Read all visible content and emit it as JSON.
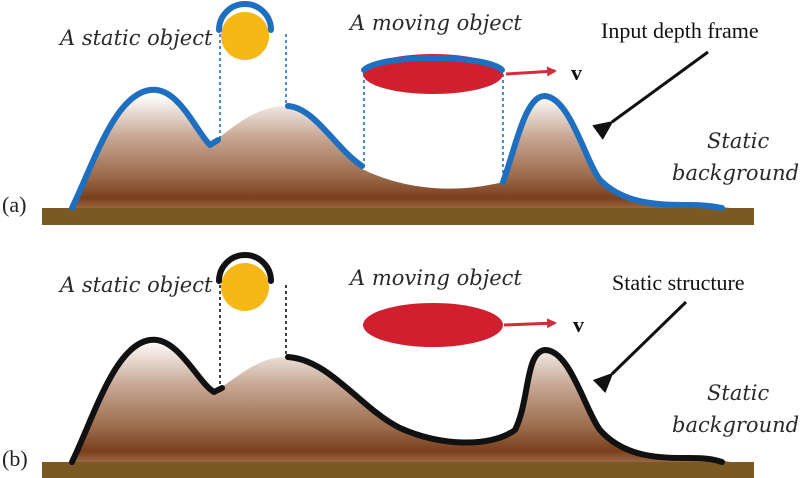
{
  "panel_a": {
    "label": "(a)",
    "static_object_label": "A static object",
    "moving_object_label": "A moving object",
    "velocity_label": "v",
    "pointer_label": "Input depth frame",
    "background_label_line1": "Static",
    "background_label_line2": "background"
  },
  "panel_b": {
    "label": "(b)",
    "static_object_label": "A static object",
    "moving_object_label": "A moving object",
    "velocity_label": "v",
    "pointer_label": "Static structure",
    "background_label_line1": "Static",
    "background_label_line2": "background"
  },
  "colors": {
    "depth_outline_a": "#1f6fc0",
    "structure_outline_b": "#111111",
    "ground": "#7a5a22",
    "terrain_top": "#ffffff",
    "terrain_mid": "#9a6a4a",
    "terrain_bottom": "#6e3b1a",
    "static_object_fill": "#f6b816",
    "moving_object_fill": "#d01f2e",
    "velocity_arrow": "#d62b3a"
  }
}
